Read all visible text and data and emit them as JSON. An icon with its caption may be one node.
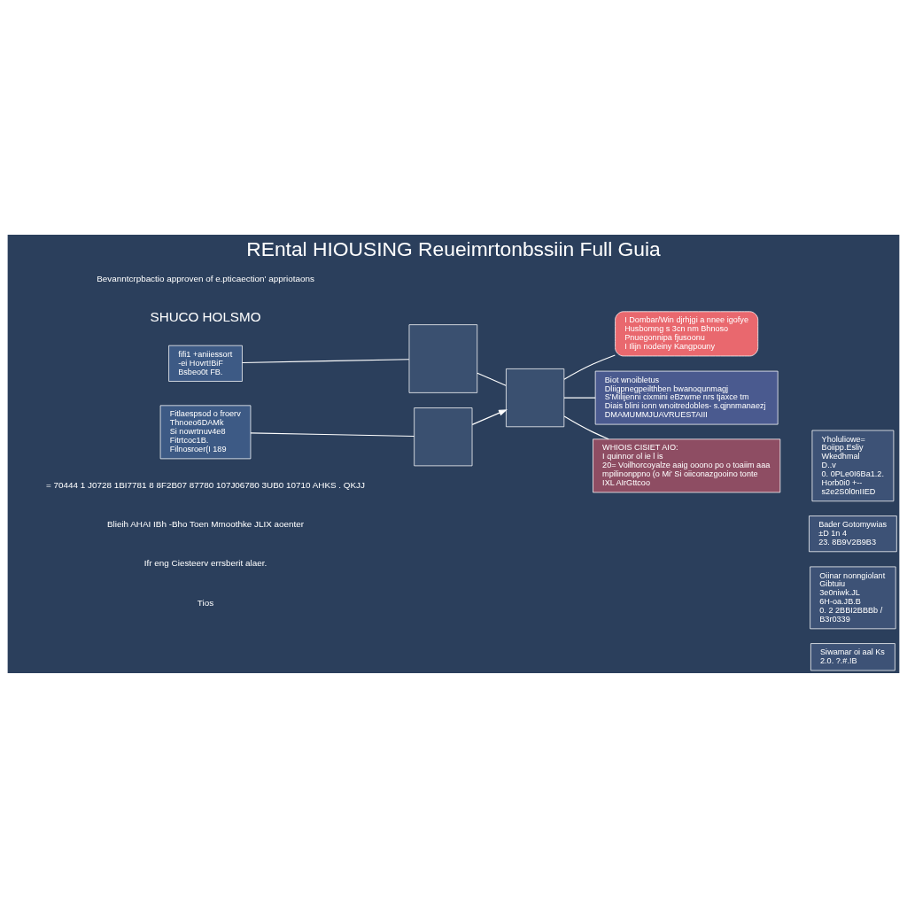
{
  "diagram": {
    "title": "REntal HIOUSING Reueimrtonbssiin Full Guia",
    "nodes": [
      {
        "text": [
          "fifi1 +aniiessort",
          "-ei Hovrt!BiF",
          "Bsbeo0t FB."
        ]
      },
      {
        "text": [
          "Fitlaespsod o froerv",
          "Thnoeo6DAMk",
          "Si nowrtnuv4e8",
          "Fitrtcoc1B.",
          "Filnosroer(I 189"
        ]
      },
      {
        "text": [],
        "shape": "box"
      },
      {
        "text": [],
        "shape": "box"
      },
      {
        "text": [],
        "shape": "box"
      },
      {
        "text": [
          "I Dombar/Win djrhjgi a nnee igofye",
          "Husbomng s 3cn nm Bhnoso",
          "Pnuegonnipa fjusoonu",
          "I Ilijn nodeiny Kangpouny"
        ]
      },
      {
        "text": [
          "Biot wnoibletus",
          "Dliigpnegpeilthben bwanoqunmagj",
          "S'Milijenni cixmini eBzwme nrs tjaxce tm",
          "Diais blini ionn wnoitredobles- s.qjnnmanaezj",
          "DMAMUMMJUAVRUESTAIII"
        ]
      },
      {
        "text": [
          "WHIOIS CISIET AIO:",
          "I quinnor ol ie l is",
          "20= Voilhorcoyalze aaig ooono po o toaiim aaa",
          "mpilinonppno (o Mi' Si oiiconazgooino tonte",
          "IXL AIrGttcoo"
        ]
      },
      {
        "text": [
          "Yholuliowe=",
          "Boiipp.Esliy",
          "Wkedhmal",
          "D..v",
          "0. 0PLe0I6Ba1.2.",
          "Horb0i0 +--",
          "s2e2S0l0nIIED"
        ]
      },
      {
        "text": [
          "Bader Gotomywias",
          "±D 1n 4",
          "23. 8B9V2B9B3"
        ]
      },
      {
        "text": [
          "Oiinar nonngiolant",
          "Gibtuiu",
          "3e0niwk.JL",
          "6H-oa.JB.B",
          "0. 2 2BBI2BBBb /",
          "B3r0339"
        ]
      },
      {
        "text": [
          "Siwamar oi aal Ks",
          "2.0. ?.#.!B"
        ]
      }
    ],
    "edges": [
      {
        "from": 0,
        "to": 2,
        "arrow": "none"
      },
      {
        "from": 1,
        "to": 3,
        "arrow": "none"
      },
      {
        "from": 2,
        "to": 4,
        "arrow": "none"
      },
      {
        "from": 3,
        "to": 4,
        "arrow": "to"
      },
      {
        "from": 4,
        "to": 5,
        "arrow": "none"
      },
      {
        "from": 4,
        "to": 6,
        "arrow": "none"
      },
      {
        "from": 4,
        "to": 7,
        "arrow": "none"
      }
    ],
    "labels": [
      "Bevanntcrpbactio approven of e.pticaection' appriotaons",
      "SHUCO HOLSMO",
      "= 70444 1 J0728 1BI7781 8 8F2B07 87780 107J06780 3UB0 10710 AHKS . QKJJ",
      "Blieih AHAI IBh -Bho Toen Mmoothke JLIX aoenter",
      "Ifr eng Ciesteerv errsberit alaer.",
      "Tios"
    ]
  }
}
